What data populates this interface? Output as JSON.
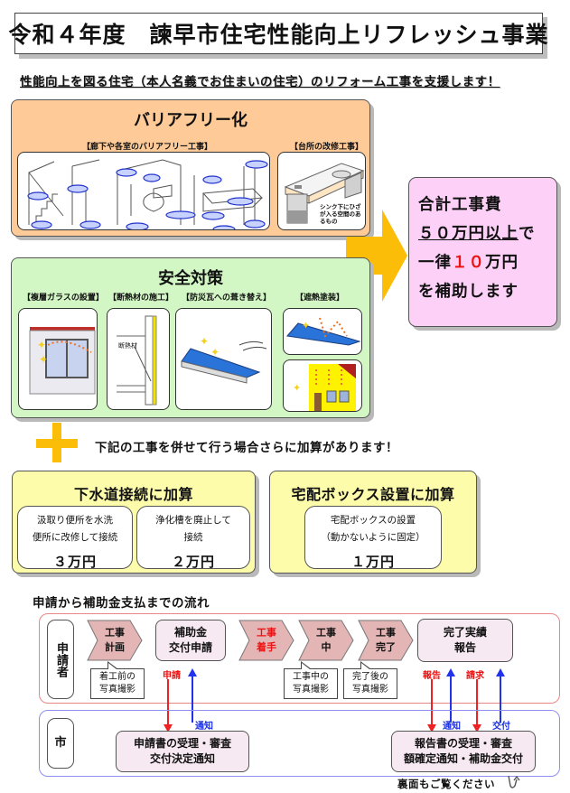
{
  "title": "令和４年度　諫早市住宅性能向上リフレッシュ事業",
  "subtitle": "性能向上を図る住宅（本人名義でお住まいの住宅）のリフォーム工事を支援します！",
  "barrier_free": {
    "title": "バリアフリー化",
    "groups": [
      {
        "label": "【廊下や各室のバリアフリー工事】"
      },
      {
        "label": "【台所の改修工事】",
        "note": "シンク下にひざが入る空間のあるもの"
      }
    ]
  },
  "safety": {
    "title": "安全対策",
    "items": [
      {
        "label": "【複層ガラスの設置】"
      },
      {
        "label": "【断熱材の施工】",
        "note": "断熱材"
      },
      {
        "label": "【防災瓦への葺き替え】"
      },
      {
        "label": "【遮熱塗装】"
      }
    ]
  },
  "subsidy": {
    "line1": "合計工事費",
    "line2_underlined": "５０万円以上",
    "line2_tail": "で",
    "line3_prefix": "一律",
    "line3_amount": "１０",
    "line3_suffix": "万円",
    "line4": "を補助します"
  },
  "addon": {
    "intro": "下記の工事を併せて行う場合さらに加算があります！",
    "sewer": {
      "title": "下水道接続に加算",
      "cards": [
        {
          "desc1": "汲取り便所を水洗",
          "desc2": "便所に改修して接続",
          "amount": "３万円"
        },
        {
          "desc1": "浄化槽を廃止して",
          "desc2": "接続",
          "amount": "２万円"
        }
      ]
    },
    "delivery_box": {
      "title": "宅配ボックス設置に加算",
      "cards": [
        {
          "desc1": "宅配ボックスの設置",
          "desc2": "（動かないように固定）",
          "amount": "１万円"
        }
      ]
    }
  },
  "flow": {
    "title": "申請から補助金支払までの流れ",
    "applicant_label": "申請者",
    "city_label": "市",
    "steps": [
      {
        "line1": "工事",
        "line2": "計画",
        "highlight": false
      },
      {
        "line1": "工事",
        "line2": "着手",
        "highlight": true
      },
      {
        "line1": "工事",
        "line2": "中",
        "highlight": false
      },
      {
        "line1": "工事",
        "line2": "完了",
        "highlight": false
      }
    ],
    "application_box": {
      "line1": "補助金",
      "line2": "交付申請"
    },
    "report_box": {
      "line1": "完了実績",
      "line2": "報告"
    },
    "callouts": [
      {
        "line1": "着工前の",
        "line2": "写真撮影"
      },
      {
        "line1": "工事中の",
        "line2": "写真撮影"
      },
      {
        "line1": "完了後の",
        "line2": "写真撮影"
      }
    ],
    "arrows": {
      "apply": "申請",
      "notify1": "通知",
      "report": "報告",
      "notify2": "通知",
      "claim": "請求",
      "payment": "交付"
    },
    "city_boxes": [
      {
        "line1": "申請書の受理・審査",
        "line2": "交付決定通知"
      },
      {
        "line1": "報告書の受理・審査",
        "line2": "額確定通知・補助金交付"
      }
    ]
  },
  "back_note": "裏面もご覧ください",
  "colors": {
    "barrier_free_bg": "#fecb98",
    "safety_bg": "#d2f7c4",
    "subsidy_bg": "#fdd0f7",
    "addon_bg": "#fdfcaa",
    "arrow": "#fbbd08",
    "accent_red": "#ee1111",
    "accent_blue": "#1a2ee0"
  }
}
